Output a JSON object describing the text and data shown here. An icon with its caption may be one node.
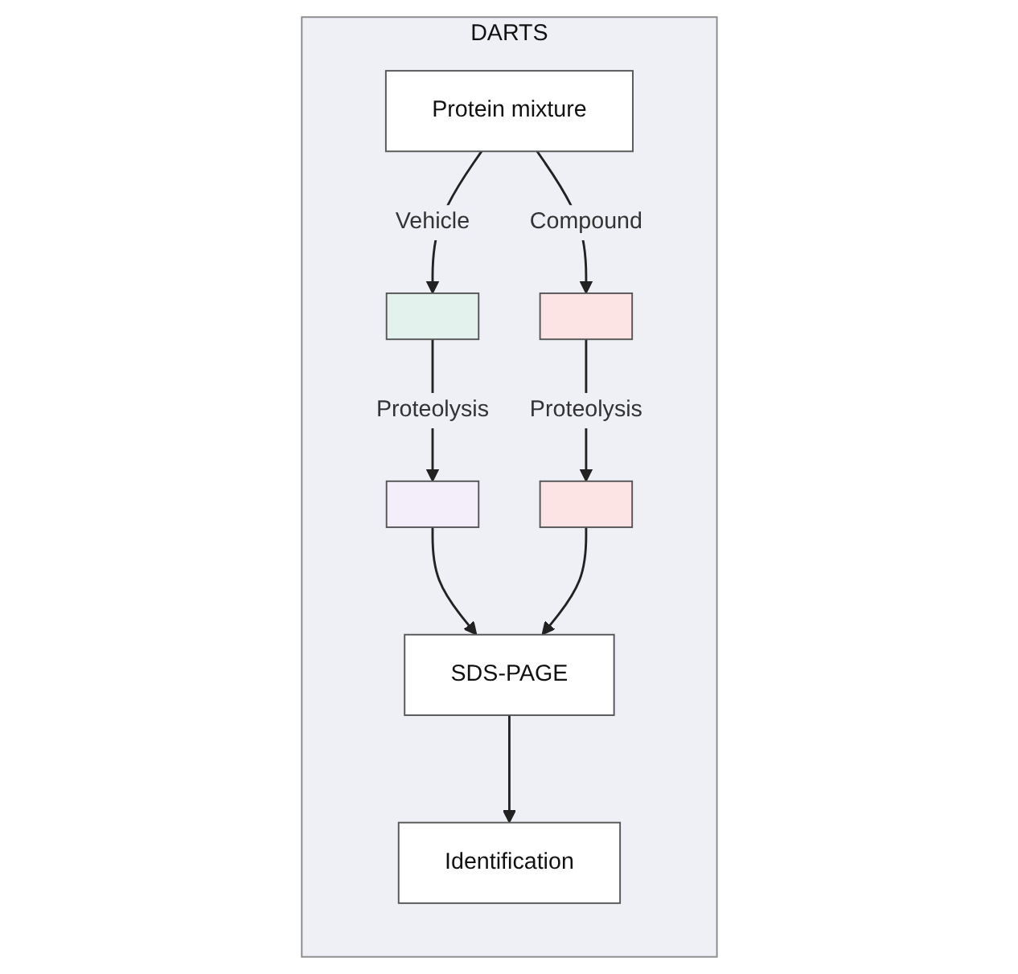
{
  "diagram": {
    "nodes": [
      {
        "text": [
          "DARTS"
        ]
      },
      {
        "text": [
          "Protein mixture"
        ],
        "in": 0
      },
      {
        "text": [],
        "shape": "box",
        "in": 0
      },
      {
        "text": [],
        "shape": "box",
        "in": 0
      },
      {
        "text": [],
        "shape": "box",
        "in": 0
      },
      {
        "text": [],
        "shape": "box",
        "in": 0
      },
      {
        "text": [
          "SDS-PAGE"
        ],
        "in": 0
      },
      {
        "text": [
          "Identification"
        ],
        "in": 0
      }
    ],
    "edges": [
      {
        "from": 1,
        "to": 2,
        "arrow": "to",
        "label": "Vehicle"
      },
      {
        "from": 1,
        "to": 3,
        "arrow": "to",
        "label": "Compound"
      },
      {
        "from": 2,
        "to": 4,
        "arrow": "to",
        "label": "Proteolysis"
      },
      {
        "from": 3,
        "to": 5,
        "arrow": "to",
        "label": "Proteolysis"
      },
      {
        "from": 4,
        "to": 6,
        "arrow": "to"
      },
      {
        "from": 5,
        "to": 6,
        "arrow": "to"
      },
      {
        "from": 6,
        "to": 7,
        "arrow": "to"
      }
    ]
  }
}
